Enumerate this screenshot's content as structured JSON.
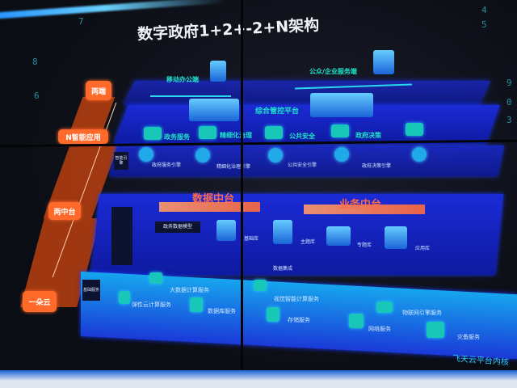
{
  "title": "数字政府1+2+-2+N架构",
  "left_stack": [
    {
      "label": "两端"
    },
    {
      "label": "N智能应用"
    },
    {
      "label": "两中台"
    },
    {
      "label": "一朵云"
    }
  ],
  "terminals": {
    "mobile": "移动办公端",
    "public": "公众/企业服务端"
  },
  "control_platform": "综合管控平台",
  "applications": [
    "政务服务",
    "精细化治理",
    "公共安全",
    "政府决策"
  ],
  "engines": {
    "side_label": "智能引擎",
    "items": [
      "政府服务引擎",
      "精细化治理引擎",
      "公共安全引擎",
      "政府决策引擎"
    ]
  },
  "data_platform": {
    "title": "数据中台",
    "model": "政务数据模型",
    "libraries": [
      "基础库",
      "主题库",
      "专题库",
      "应用库"
    ],
    "integration": "数据集成"
  },
  "business_platform": {
    "title": "业务中台"
  },
  "cloud": {
    "side_label": "基础服务",
    "services": [
      "大数据计算服务",
      "弹性云计算服务",
      "数据库服务",
      "视觉智能计算服务",
      "存储服务",
      "物联网引擎服务",
      "网络服务",
      "灾备服务"
    ],
    "kernel": "飞天云平台内核"
  },
  "digits": [
    "4",
    "5",
    "7",
    "8",
    "6",
    "9",
    "0",
    "3"
  ],
  "colors": {
    "accent": "#1fe3c8",
    "orange": "#ff6a2a",
    "blue": "#1b2bd6"
  }
}
